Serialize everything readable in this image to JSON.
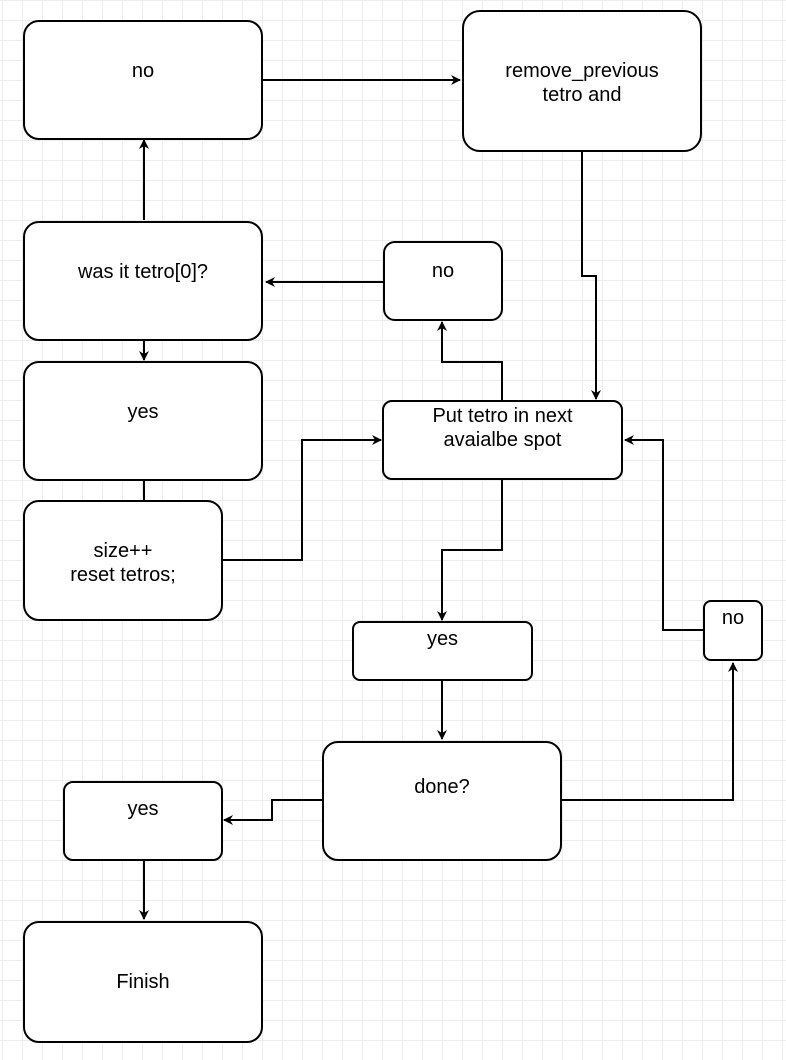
{
  "diagram": {
    "type": "flowchart",
    "nodes": {
      "no_top": "no",
      "remove_previous": "remove_previous\ntetro and",
      "was_it_tetro0": "was it tetro[0]?",
      "no_mid": "no",
      "yes_left": "yes",
      "put_tetro": "Put tetro in next\navaialbe spot",
      "size_reset": "size++\nreset tetros;",
      "yes_mid": "yes",
      "no_right": "no",
      "done": "done?",
      "yes_bottom": "yes",
      "finish": "Finish"
    },
    "edges": [
      {
        "from": "was_it_tetro0",
        "to": "no_top"
      },
      {
        "from": "no_top",
        "to": "remove_previous"
      },
      {
        "from": "remove_previous",
        "to": "put_tetro"
      },
      {
        "from": "put_tetro",
        "to": "no_mid"
      },
      {
        "from": "no_mid",
        "to": "was_it_tetro0"
      },
      {
        "from": "was_it_tetro0",
        "to": "yes_left"
      },
      {
        "from": "yes_left",
        "to": "size_reset"
      },
      {
        "from": "size_reset",
        "to": "put_tetro"
      },
      {
        "from": "put_tetro",
        "to": "yes_mid"
      },
      {
        "from": "yes_mid",
        "to": "done"
      },
      {
        "from": "done",
        "to": "no_right"
      },
      {
        "from": "no_right",
        "to": "put_tetro"
      },
      {
        "from": "done",
        "to": "yes_bottom"
      },
      {
        "from": "yes_bottom",
        "to": "finish"
      }
    ]
  }
}
